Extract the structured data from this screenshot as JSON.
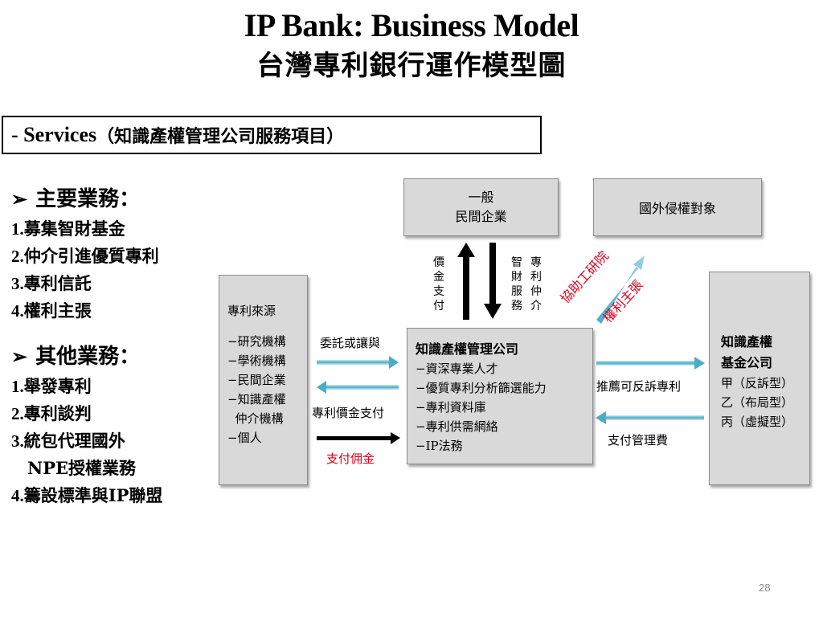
{
  "title": {
    "en": "IP Bank: Business Model",
    "zh": "台灣專利銀行運作模型圖"
  },
  "services_box": {
    "en": "- Services",
    "zh": "（知識產權管理公司服務項目）"
  },
  "main_business": {
    "heading": "主要業務：",
    "items": [
      {
        "num": "1.",
        "text": "募集智財基金"
      },
      {
        "num": "2.",
        "text": "仲介引進優質專利"
      },
      {
        "num": "3.",
        "text": "專利信託"
      },
      {
        "num": "4.",
        "text": "權利主張"
      }
    ]
  },
  "other_business": {
    "heading": "其他業務：",
    "items": [
      {
        "num": "1.",
        "text": "舉發專利"
      },
      {
        "num": "2.",
        "text": "專利談判"
      },
      {
        "num": "3.",
        "text": "統包代理國外"
      },
      {
        "num": "",
        "text": "NPE授權業務"
      },
      {
        "num": "4.",
        "text": "籌設標準與IP聯盟"
      }
    ]
  },
  "diagram": {
    "general_company": {
      "line1": "一般",
      "line2": "民間企業"
    },
    "foreign_target": "國外侵權對象",
    "patent_source": {
      "heading": "專利來源",
      "items": [
        "−研究機構",
        "−學術機構",
        "−民間企業",
        "−知識產權",
        "  仲介機構",
        "−個人"
      ]
    },
    "ip_company": {
      "heading": "知識產權管理公司",
      "items": [
        "−資深專業人才",
        "−優質專利分析篩選能力",
        "−專利資料庫",
        "−專利供需網絡",
        "−IP法務"
      ]
    },
    "fund_company": {
      "heading_line1": "知識產權",
      "heading_line2": "基金公司",
      "items": [
        "甲（反訴型）",
        "乙（布局型）",
        "丙（虛擬型）"
      ]
    },
    "labels": {
      "price_payment": "價金支付",
      "ip_services_col1": "智財服務",
      "ip_services_col2": "專利仲介",
      "assist_itri": "協助工研院",
      "rights_claim": "權利主張",
      "entrust_transfer": "委託或讓與",
      "patent_payment": "專利價金支付",
      "commission": "支付佣金",
      "recommend_patent": "推薦可反訴專利",
      "management_fee": "支付管理費"
    },
    "colors": {
      "box_fill": "#d9d9d9",
      "arrow_blue": "#4bacc6",
      "text_red": "#e0001b"
    }
  },
  "page_number": "28"
}
